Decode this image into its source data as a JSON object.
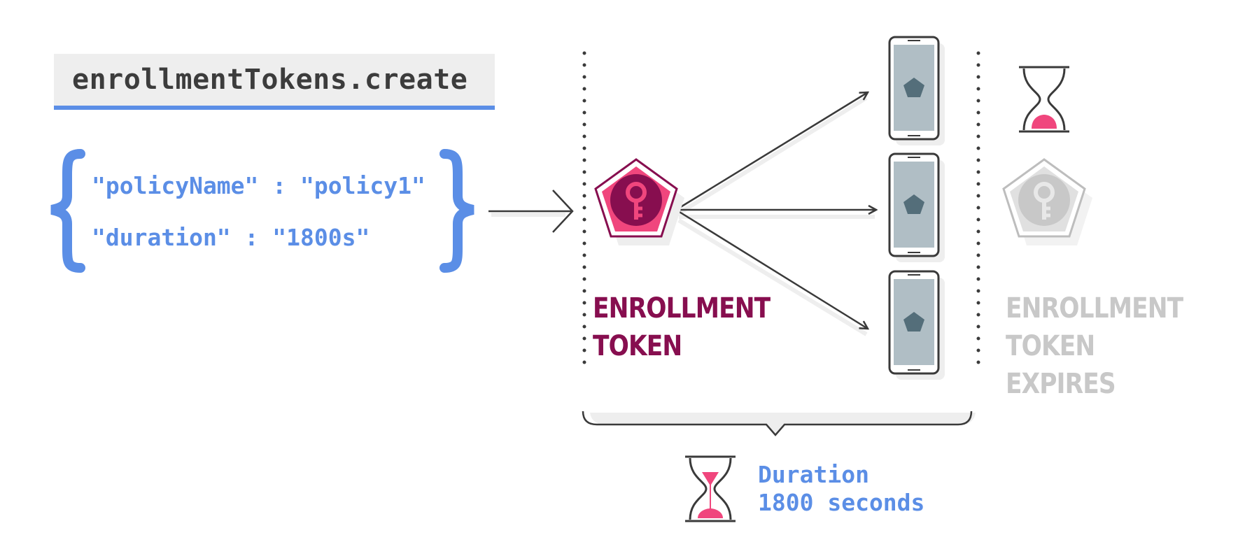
{
  "method": "enrollmentTokens.create",
  "request_body": {
    "line1": "\"policyName\" : \"policy1\"",
    "line2": "\"duration\" : \"1800s\""
  },
  "token_label": {
    "line1": "ENROLLMENT",
    "line2": "TOKEN"
  },
  "expired_label": {
    "line1": "ENROLLMENT",
    "line2": "TOKEN",
    "line3": "EXPIRES"
  },
  "duration_caption": {
    "line1": "Duration",
    "line2": "1800 seconds"
  },
  "colors": {
    "accent_blue": "#5b8ee6",
    "token_pink": "#f0467d",
    "token_dark": "#870e4f",
    "expired_grey": "#c8c8c8",
    "device_screen": "#b0bec5",
    "device_icon": "#546e7a"
  },
  "icons": [
    "left-brace-icon",
    "right-brace-icon",
    "arrow-icon",
    "key-pentagon-icon",
    "phone-icon",
    "hourglass-icon",
    "expired-key-pentagon-icon",
    "bracket-icon"
  ]
}
